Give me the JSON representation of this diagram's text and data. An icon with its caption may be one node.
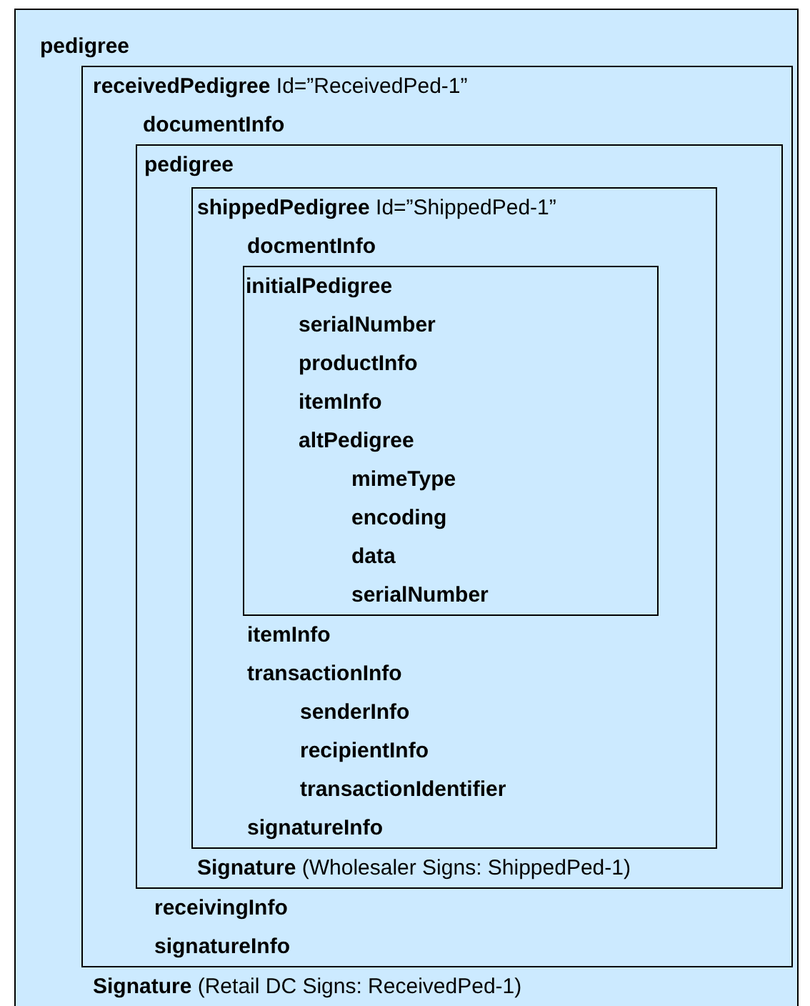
{
  "diagram": {
    "nodes": [
      {
        "text": [
          "pedigree",
          "**Signature** (Retail DC Signs: ReceivedPed-1)"
        ]
      },
      {
        "text": [
          "**receivedPedigree** Id=”ReceivedPed-1”",
          "documentInfo",
          "receivingInfo",
          "signatureInfo"
        ],
        "in": 0
      },
      {
        "text": [
          "pedigree",
          "**Signature** (Wholesaler Signs: ShippedPed-1)"
        ],
        "in": 1
      },
      {
        "text": [
          "**shippedPedigree** Id=”ShippedPed-1”",
          "docmentInfo",
          "itemInfo",
          "transactionInfo",
          "senderInfo",
          "recipientInfo",
          "transactionIdentifier",
          "signatureInfo"
        ],
        "in": 2
      },
      {
        "text": [
          "initialPedigree",
          "serialNumber",
          "productInfo",
          "itemInfo",
          "altPedigree",
          "mimeType",
          "encoding",
          "data",
          "serialNumber"
        ],
        "in": 3
      }
    ]
  }
}
